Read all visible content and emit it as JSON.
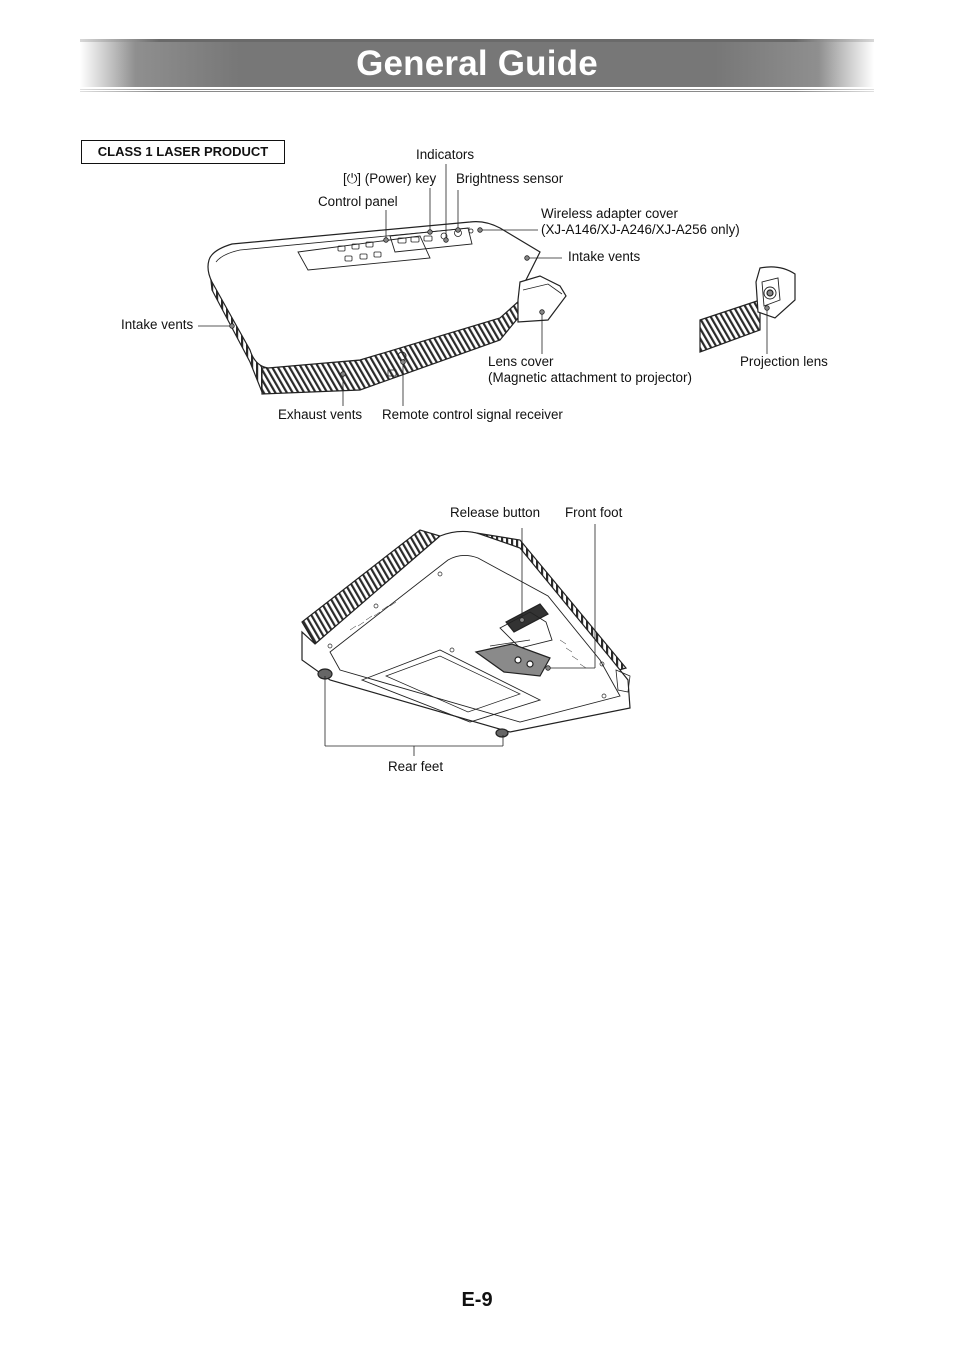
{
  "page": {
    "title": "General Guide",
    "page_number": "E-9"
  },
  "top_view": {
    "laser_label": "CLASS 1 LASER PRODUCT",
    "indicators": "Indicators",
    "power_key": "[⏻] (Power) key",
    "brightness_sensor": "Brightness sensor",
    "control_panel": "Control panel",
    "wireless_cover_line1": "Wireless adapter cover",
    "wireless_cover_line2": "(XJ-A146/XJ-A246/XJ-A256 only)",
    "intake_vents_right": "Intake vents",
    "intake_vents_left": "Intake vents",
    "lens_cover_line1": "Lens cover",
    "lens_cover_line2": "(Magnetic attachment to projector)",
    "projection_lens": "Projection lens",
    "exhaust_vents": "Exhaust vents",
    "remote_receiver": "Remote control signal receiver"
  },
  "bottom_view": {
    "release_button": "Release button",
    "front_foot": "Front foot",
    "rear_feet": "Rear feet"
  }
}
